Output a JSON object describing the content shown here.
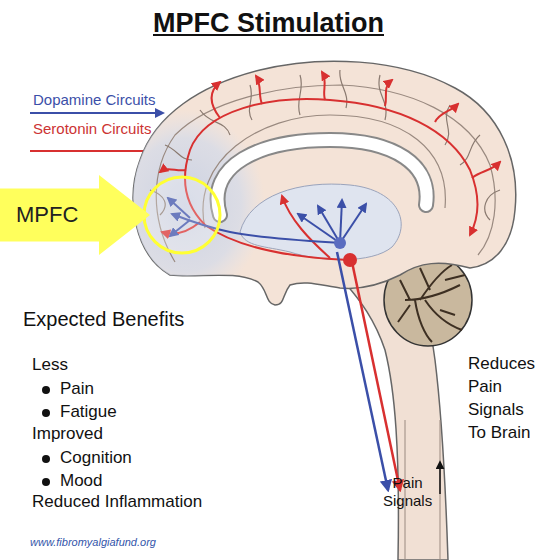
{
  "diagram": {
    "title": "MPFC Stimulation",
    "nodes": [
      {
        "text": [
          "MPFC"
        ]
      }
    ],
    "labels": [
      "Expected Benefits",
      "Less",
      "Pain",
      "Fatigue",
      "Improved",
      "Cognition",
      "Mood",
      "Reduced Inflammation",
      "Reduces Pain Signals To Brain",
      "Pain Signals",
      "www.fibromyalgiafund.org"
    ],
    "legend": [
      {
        "text": "Dopamine Circuits"
      },
      {
        "text": "Serotonin Circuits"
      }
    ]
  }
}
